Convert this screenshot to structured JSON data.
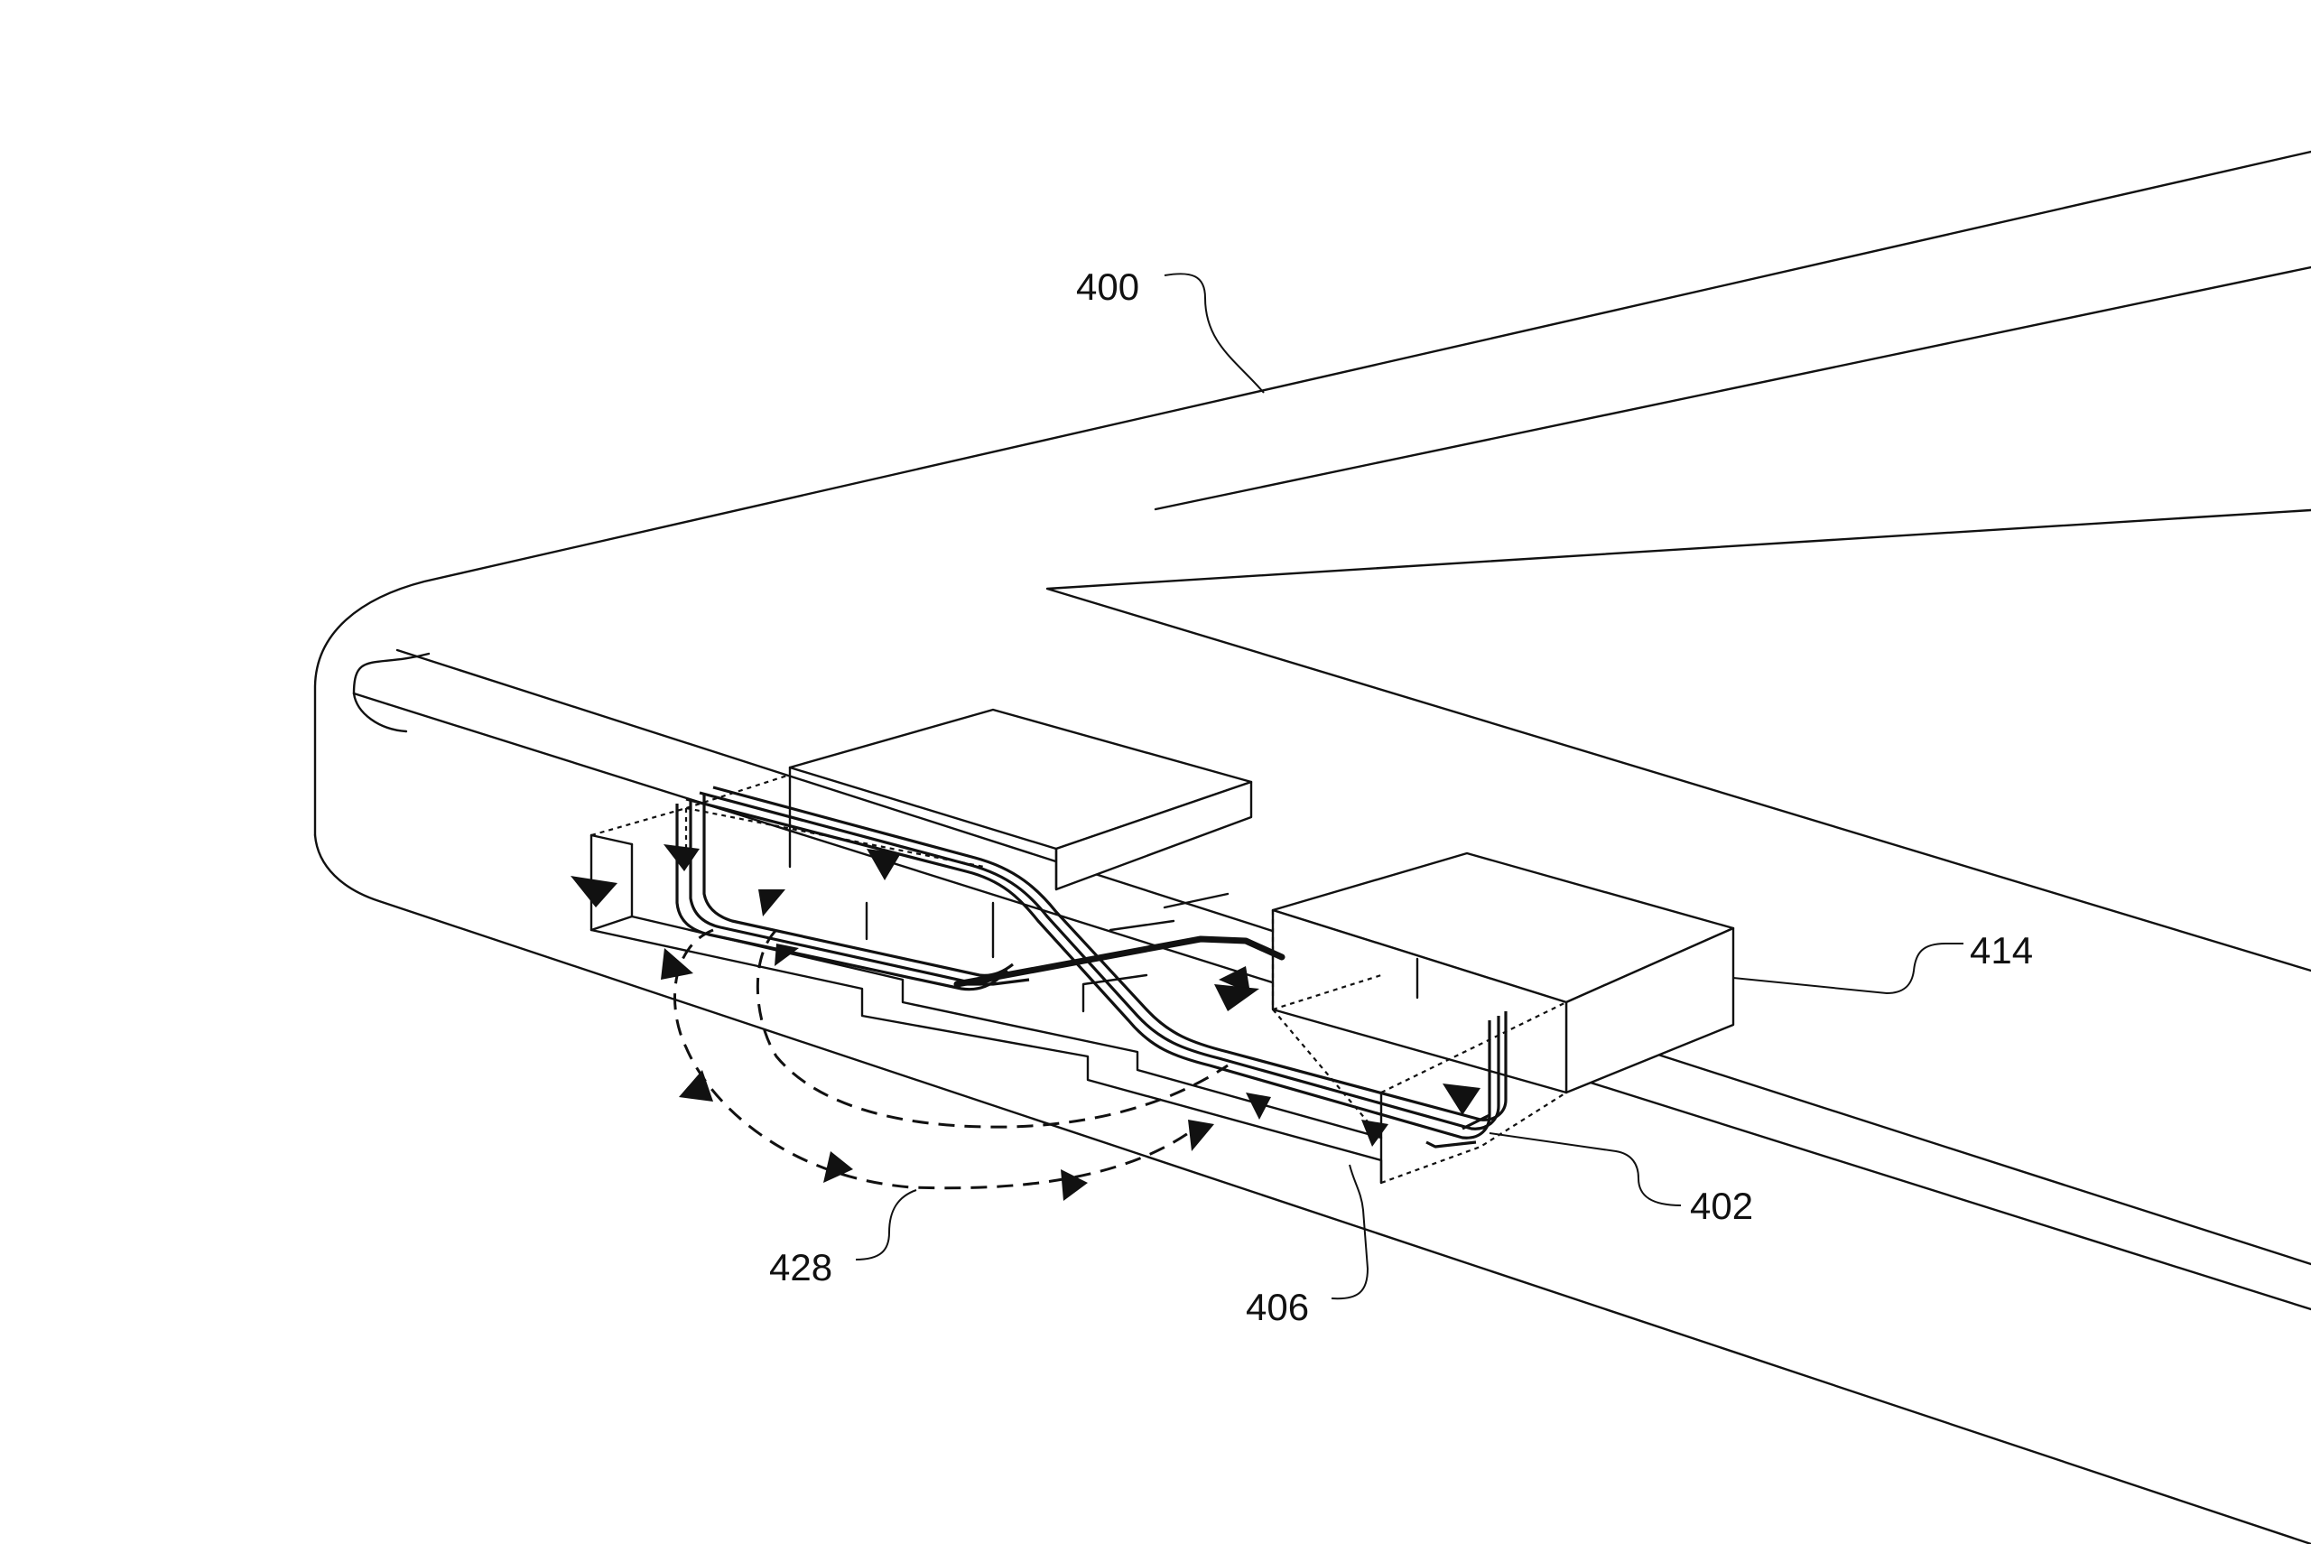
{
  "figure": {
    "reference_labels": [
      {
        "id": "400",
        "text": "400"
      },
      {
        "id": "414",
        "text": "414"
      },
      {
        "id": "402",
        "text": "402"
      },
      {
        "id": "428",
        "text": "428"
      },
      {
        "id": "406",
        "text": "406"
      }
    ]
  }
}
